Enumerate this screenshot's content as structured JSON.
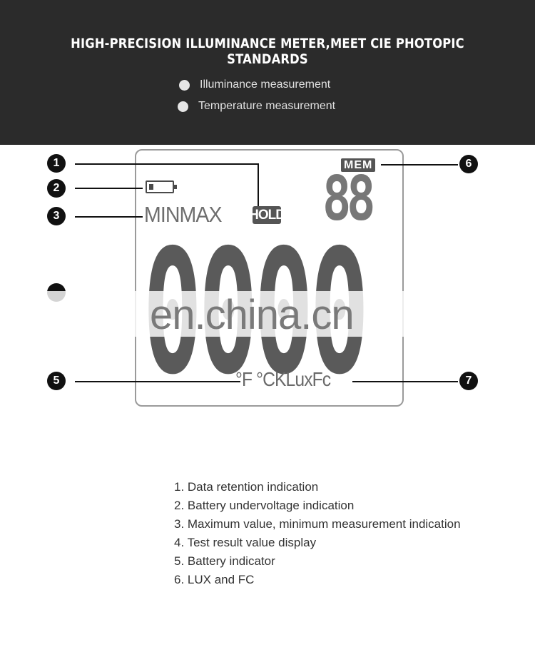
{
  "banner": {
    "title": "HIGH-PRECISION ILLUMINANCE METER,MEET CIE PHOTOPIC STANDARDS",
    "bullets": [
      "Illuminance measurement",
      "Temperature measurement"
    ]
  },
  "lcd": {
    "min_max_label": "MINMAX",
    "hold_label": "HOLD",
    "mem_label": "MEM",
    "memory_digits": "88",
    "main_digits": "0000",
    "units": "°F °CKLuxFc"
  },
  "callouts": [
    "1",
    "2",
    "3",
    "5",
    "6",
    "7"
  ],
  "watermark": "en.china.cn",
  "descriptions": [
    "1. Data retention indication",
    "2. Battery undervoltage indication",
    "3. Maximum value, minimum measurement indication",
    "4. Test result value display",
    "5. Battery indicator",
    "6. LUX and FC"
  ],
  "colors": {
    "banner_bg": "#2b2b2b",
    "lcd_segment": "#5a5a5a",
    "callout": "#111111"
  }
}
